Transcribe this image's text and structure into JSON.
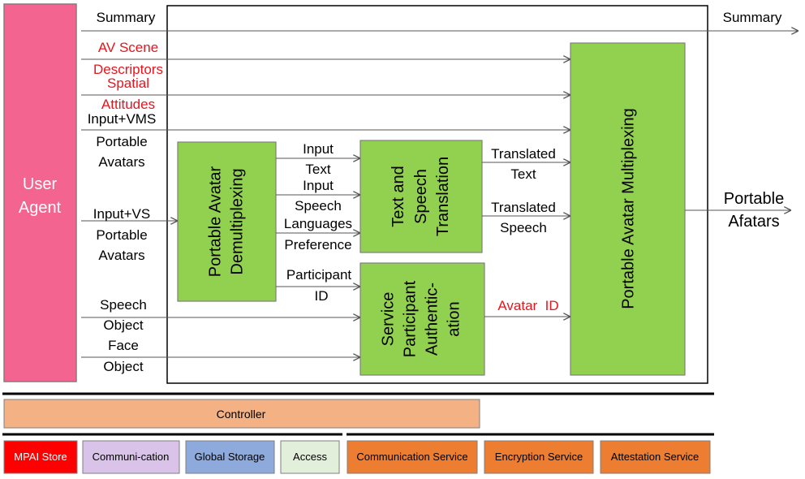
{
  "user_agent": {
    "line1": "User",
    "line2": "Agent"
  },
  "left_labels": {
    "summary": "Summary",
    "av_scene_1": "AV Scene",
    "av_scene_2": "Descriptors",
    "spatial_1": "Spatial",
    "spatial_2": "Attitudes",
    "input_vms_1": "Input+VMS",
    "input_vms_2": "Portable",
    "input_vms_3": "Avatars",
    "input_vs_1": "Input+VS",
    "input_vs_2": "Portable",
    "input_vs_3": "Avatars",
    "speech_obj_1": "Speech",
    "speech_obj_2": "Object",
    "face_obj_1": "Face",
    "face_obj_2": "Object"
  },
  "inner_labels": {
    "input_text_1": "Input",
    "input_text_2": "Text",
    "input_speech_1": "Input",
    "input_speech_2": "Speech",
    "languages_1": "Languages",
    "languages_2": "Preference",
    "participant_1": "Participant",
    "participant_2": "ID",
    "translated_text_1": "Translated",
    "translated_text_2": "Text",
    "translated_speech_1": "Translated",
    "translated_speech_2": "Speech",
    "avatar_id": "Avatar  ID"
  },
  "right_labels": {
    "summary": "Summary",
    "portable_1": "Portable",
    "portable_2": "Afatars"
  },
  "modules": {
    "demux_1": "Portable Avatar",
    "demux_2": "Demultiplexing",
    "translation_1": "Text and",
    "translation_2": "Speech",
    "translation_3": "Translation",
    "auth_1": "Service",
    "auth_2": "Participant",
    "auth_3": "Authentic-",
    "auth_4": "ation",
    "mux": "Portable Avatar Multiplexing"
  },
  "controller": {
    "label": "Controller"
  },
  "services": {
    "mpai_store": "MPAI Store",
    "communication": "Communi-cation",
    "global_storage": "Global Storage",
    "access": "Access",
    "communication_service": "Communication Service",
    "encryption_service": "Encryption Service",
    "attestation_service": "Attestation Service"
  },
  "colors": {
    "user_agent": "#F36590",
    "module_green": "#92D050",
    "controller": "#F4B183",
    "mpai_store": "#FF0000",
    "communication": "#D9C3E9",
    "global_storage": "#8EA9DB",
    "access": "#E2EFDA",
    "service_orange": "#ED7D31",
    "red_text": "#E8141C"
  }
}
